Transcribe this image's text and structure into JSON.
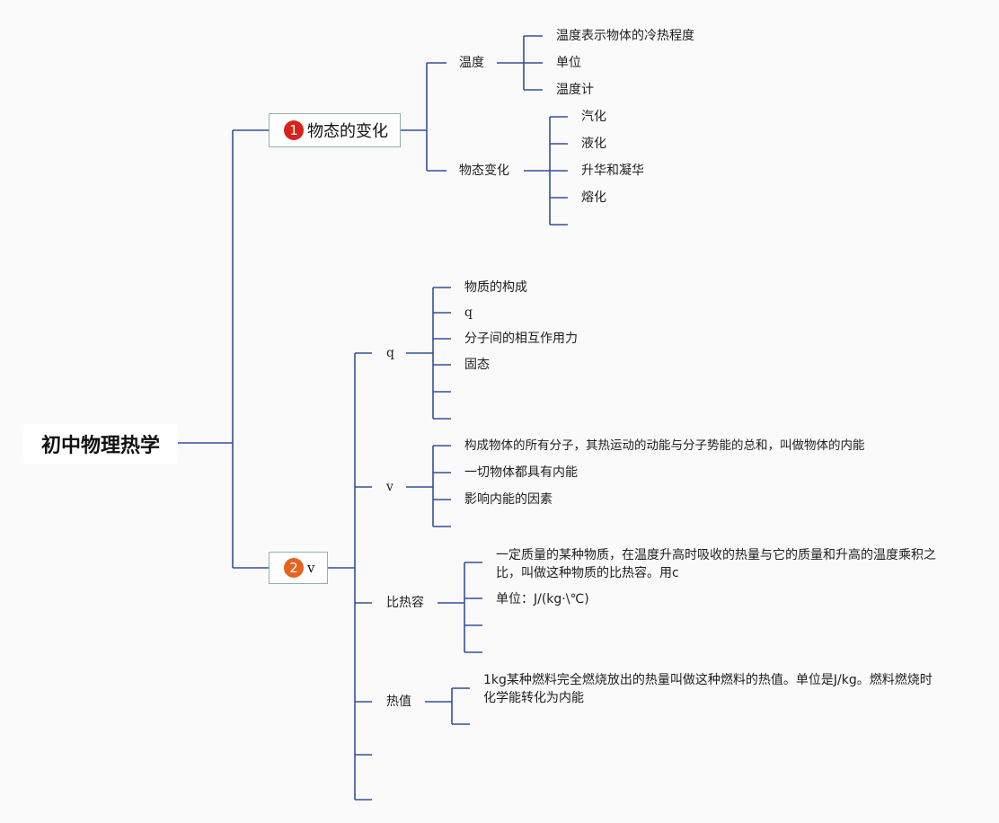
{
  "root": "初中物理热学",
  "branch1": {
    "badge": "1",
    "title": "物态的变化",
    "badge_color": "#d8231b",
    "groups": [
      {
        "label": "温度",
        "items": [
          "温度表示物体的冷热程度",
          "单位",
          "温度计"
        ]
      },
      {
        "label": "物态变化",
        "items": [
          "汽化",
          "液化",
          "升华和凝华",
          "熔化",
          ""
        ]
      }
    ]
  },
  "branch2": {
    "badge": "2",
    "title": "v",
    "badge_color": "#e6621e",
    "groups": [
      {
        "label": "q",
        "items": [
          "物质的构成",
          "q",
          "分子间的相互作用力",
          "固态",
          "",
          ""
        ]
      },
      {
        "label": "v",
        "items": [
          "构成物体的所有分子，其热运动的动能与分子势能的总和，叫做物体的内能",
          "一切物体都具有内能",
          "影响内能的因素",
          ""
        ]
      },
      {
        "label": "比热容",
        "items": [
          "一定质量的某种物质，在温度升高时吸收的热量与它的质量和升高的温度乘积之比，叫做这种物质的比热容。用c",
          "单位：J/(kg·\\℃)",
          "",
          ""
        ]
      },
      {
        "label": "热值",
        "items": [
          "1kg某种燃料完全燃烧放出的热量叫做这种燃料的热值。单位是J/kg。燃料燃烧时化学能转化为内能",
          ""
        ]
      },
      {
        "label": "",
        "items": []
      },
      {
        "label": "",
        "items": []
      }
    ]
  },
  "colors": {
    "line": "#33509a",
    "box_border": "#8fb3a8",
    "background": "#fafafa"
  }
}
